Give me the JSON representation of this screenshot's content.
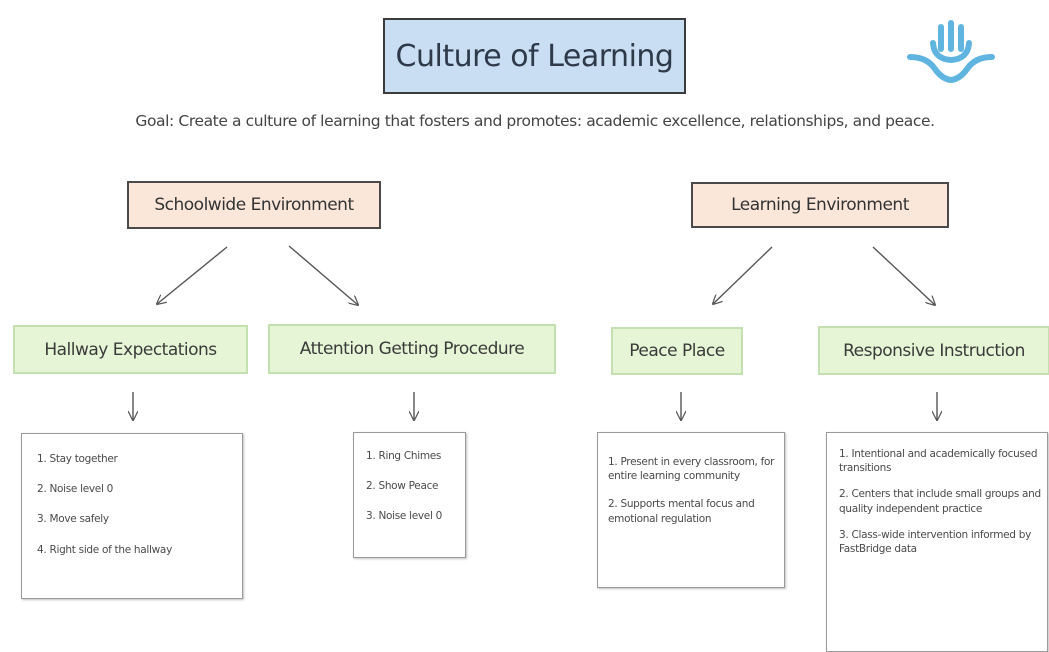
{
  "title": "Culture of Learning",
  "goal": "Goal: Create a culture of learning that fosters and promotes: academic excellence, relationships, and peace.",
  "sections": {
    "schoolwide": {
      "label": "Schoolwide Environment",
      "hallway": {
        "label": "Hallway Expectations",
        "items": [
          "1. Stay together",
          "2. Noise level 0",
          "3. Move safely",
          "4. Right side of the hallway"
        ]
      },
      "attention": {
        "label": "Attention Getting Procedure",
        "items": [
          "1. Ring Chimes",
          "2. Show Peace",
          "3. Noise level 0"
        ]
      }
    },
    "learning": {
      "label": "Learning Environment",
      "peace": {
        "label": "Peace Place",
        "items": [
          "1. Present in every classroom, for entire learning community",
          "2. Supports mental focus and emotional regulation"
        ]
      },
      "responsive": {
        "label": "Responsive Instruction",
        "items": [
          "1. Intentional and academically focused transitions",
          "2. Centers that include small groups and quality independent practice",
          "3. Class-wide intervention informed by FastBridge data"
        ]
      }
    }
  },
  "colors": {
    "title_fill": "#c9def3",
    "section_fill": "#fbe7da",
    "program_fill": "#e6f5d6",
    "program_border": "#c5e0b0",
    "logo": "#5fb4e0"
  },
  "icons": {
    "logo": "hands-holding-icon"
  }
}
